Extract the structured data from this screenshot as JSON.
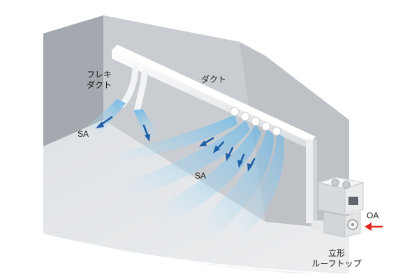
{
  "labels": {
    "flexible_duct": [
      "フレキ",
      "ダクト"
    ],
    "duct": "ダクト",
    "supply_air_left": "SA",
    "supply_air_main": "SA",
    "outdoor_air": "OA",
    "rooftop_unit": [
      "立形",
      "ルーフトップ"
    ]
  },
  "colors": {
    "wall_left": "#a3a9ae",
    "wall_back": "#c9cdd1",
    "wall_right": "#b5bac0",
    "floor": "#e4e7ea",
    "duct": "#f2f3f4",
    "air_flow": "#7fc4ec",
    "air_arrow": "#1f5ea8",
    "oa_arrow": "#e2231a"
  }
}
